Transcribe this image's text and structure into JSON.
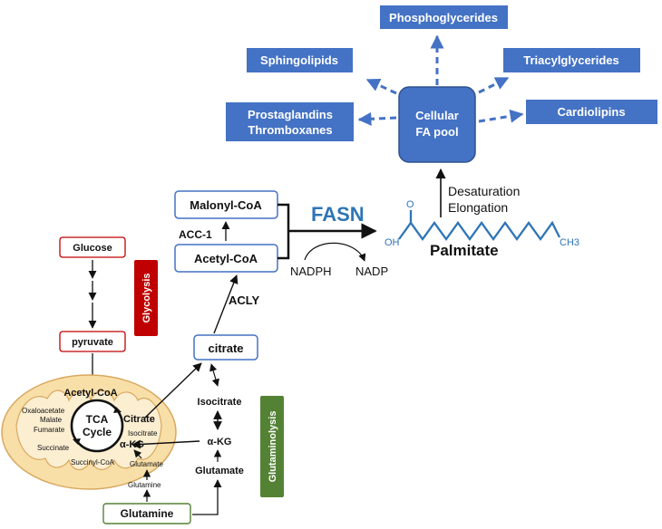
{
  "fa_pool": {
    "label_line1": "Cellular",
    "label_line2": "FA pool",
    "products": {
      "phosphoglycerides": "Phosphoglycerides",
      "sphingolipids": "Sphingolipids",
      "triacylglycerides": "Triacylglycerides",
      "prostaglandins_line1": "Prostaglandins",
      "prostaglandins_line2": "Thromboxanes",
      "cardiolipins": "Cardiolipins"
    }
  },
  "fasn": {
    "enzyme": "FASN",
    "malonyl_coa": "Malonyl-CoA",
    "acetyl_coa": "Acetyl-CoA",
    "acc1": "ACC-1",
    "acly": "ACLY",
    "nadph": "NADPH",
    "nadp": "NADP",
    "palmitate": "Palmitate",
    "atom_o": "O",
    "atom_oh": "OH",
    "atom_ch3": "CH3",
    "desaturation": "Desaturation",
    "elongation": "Elongation"
  },
  "glycolysis": {
    "label": "Glycolysis",
    "glucose": "Glucose",
    "pyruvate": "pyruvate"
  },
  "citrate_box": "citrate",
  "mitochondrion": {
    "acetyl_coa": "Acetyl-CoA",
    "tca_line1": "TCA",
    "tca_line2": "Cycle",
    "citrate": "Citrate",
    "isocitrate": "Isocitrate",
    "akg": "α-KG",
    "succinyl_coa": "Succinyl-CoA",
    "succinate": "Succinate",
    "fumarate": "Fumarate",
    "malate": "Malate",
    "oxaloacetate": "Oxaloacetate",
    "glutamate": "Glutamate",
    "glutamine": "Glutamine"
  },
  "cytosol": {
    "isocitrate": "Isocitrate",
    "akg": "α-KG",
    "glutamate": "Glutamate"
  },
  "glutaminolysis": {
    "label": "Glutaminolysis",
    "glutamine": "Glutamine"
  },
  "colors": {
    "blue_box": "#4472c4",
    "red_label": "#c00000",
    "green_label": "#548235",
    "mito_fill": "#f8dfa8",
    "mito_stroke": "#d9a860",
    "palmitate_chain": "#2e75b6"
  }
}
